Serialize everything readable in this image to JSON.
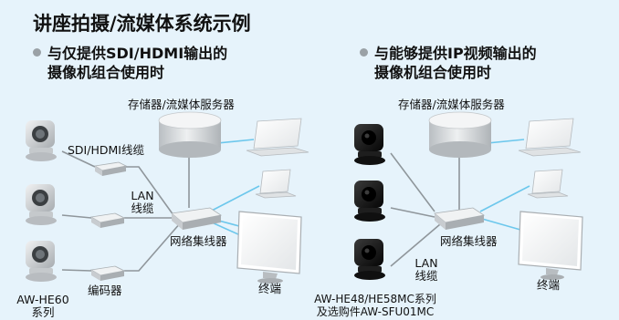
{
  "title": "讲座拍摄/流媒体系统示例",
  "left": {
    "heading_line1": "与仅提供SDI/HDMI输出的",
    "heading_line2": "摄像机组合使用时",
    "server_label": "存储器/流媒体服务器",
    "cable_label": "SDI/HDMI线缆",
    "lan_label_line1": "LAN",
    "lan_label_line2": "线缆",
    "hub_label": "网络集线器",
    "encoder_label": "编码器",
    "terminal_label": "终端",
    "camera_label_line1": "AW-HE60",
    "camera_label_line2": "系列"
  },
  "right": {
    "heading_line1": "与能够提供IP视频输出的",
    "heading_line2": "摄像机组合使用时",
    "server_label": "存储器/流媒体服务器",
    "hub_label": "网络集线器",
    "lan_label_line1": "LAN",
    "lan_label_line2": "线缆",
    "terminal_label": "终端",
    "camera_label_line1": "AW-HE48/HE58MC系列",
    "camera_label_line2": "及选购件AW-SFU01MC"
  },
  "colors": {
    "background": "#e6f3fb",
    "cable_gray": "#8f969b",
    "lan_blue": "#6cc7ec",
    "camera_white": "#d9dcdf",
    "camera_black": "#141414"
  }
}
